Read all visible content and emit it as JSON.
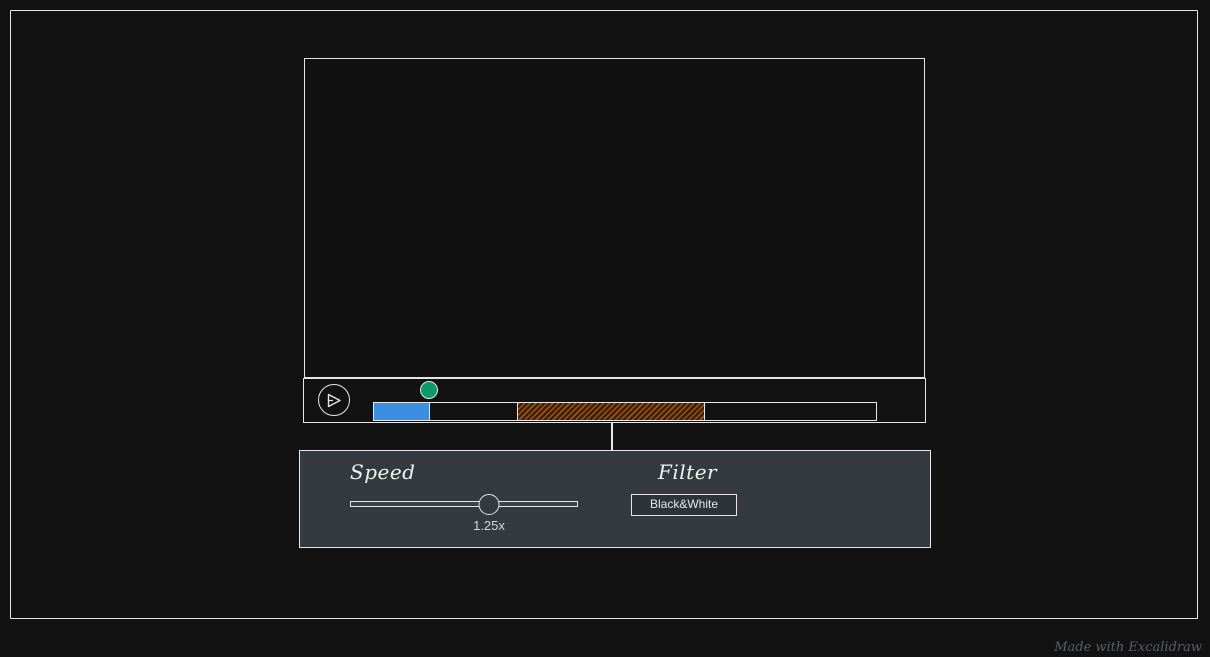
{
  "player": {
    "timeline": {
      "progress_fraction": 0.112,
      "buffered_start_fraction": 0.284,
      "buffered_end_fraction": 0.66,
      "playhead_fraction": 0.112
    },
    "colors": {
      "background": "#121212",
      "progress": "#3c8fe0",
      "buffered": "#a0530e",
      "playhead": "#0b9a6a",
      "panel": "#343a40",
      "stroke": "#e6e6e6"
    },
    "icons": {
      "play": "play-icon"
    }
  },
  "settings": {
    "speed_label": "Speed",
    "speed_value": "1.25x",
    "speed_slider_fraction": 0.61,
    "filter_label": "Filter",
    "filter_selected": "Black&White"
  },
  "footer": {
    "watermark": "Made with Excalidraw"
  }
}
